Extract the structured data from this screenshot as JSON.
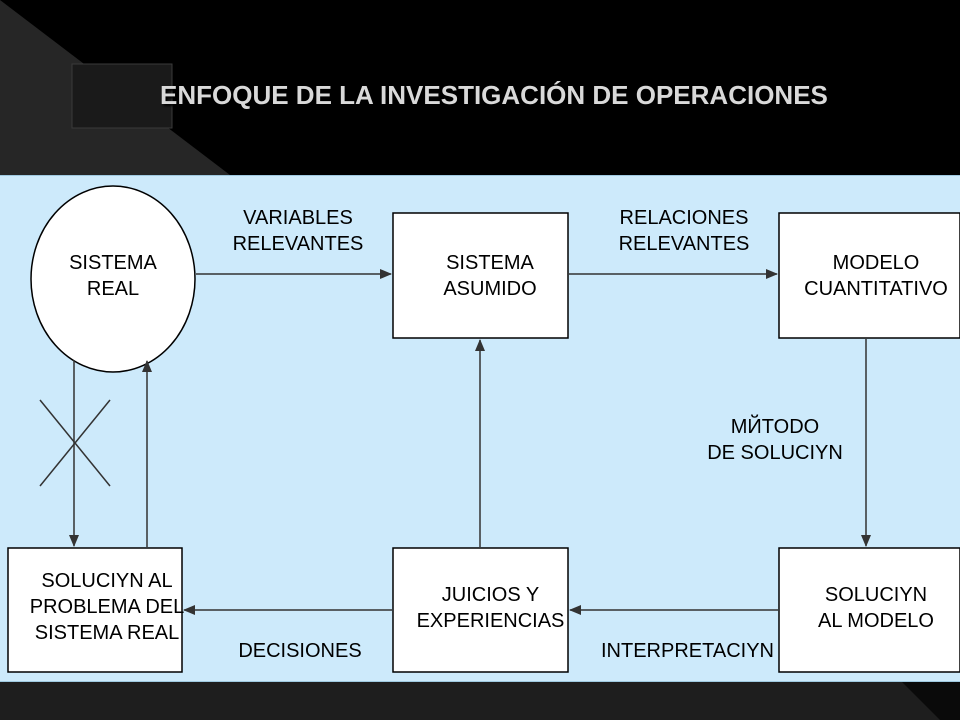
{
  "slide": {
    "title": "ENFOQUE DE LA INVESTIGACIÓN DE OPERACIONES"
  },
  "nodes": {
    "real_system": {
      "line1": "SISTEMA",
      "line2": "REAL"
    },
    "assumed_system": {
      "line1": "SISTEMA",
      "line2": "ASUMIDO"
    },
    "quant_model": {
      "line1": "MODELO",
      "line2": "CUANTITATIVO"
    },
    "model_solution": {
      "line1": "SOLUCIYN",
      "line2": "AL MODELO"
    },
    "judgments": {
      "line1": "JUICIOS Y",
      "line2": "EXPERIENCIAS"
    },
    "real_solution": {
      "line1": "SOLUCIYN AL",
      "line2": "PROBLEMA DEL",
      "line3": "SISTEMA REAL"
    }
  },
  "edges": {
    "relevant_variables": {
      "line1": "VARIABLES",
      "line2": "RELEVANTES"
    },
    "relevant_relations": {
      "line1": "RELACIONES",
      "line2": "RELEVANTES"
    },
    "solution_method": {
      "line1": "MЙTODO",
      "line2": "DE SOLUCIYN"
    },
    "interpretation": {
      "line1": "INTERPRETACIYN"
    },
    "decisions": {
      "line1": "DECISIONES"
    }
  },
  "colors": {
    "background": "#000000",
    "panel": "#cdeafb",
    "title_text": "#d9d9d9",
    "node_fill": "#ffffff",
    "line": "#333333"
  }
}
